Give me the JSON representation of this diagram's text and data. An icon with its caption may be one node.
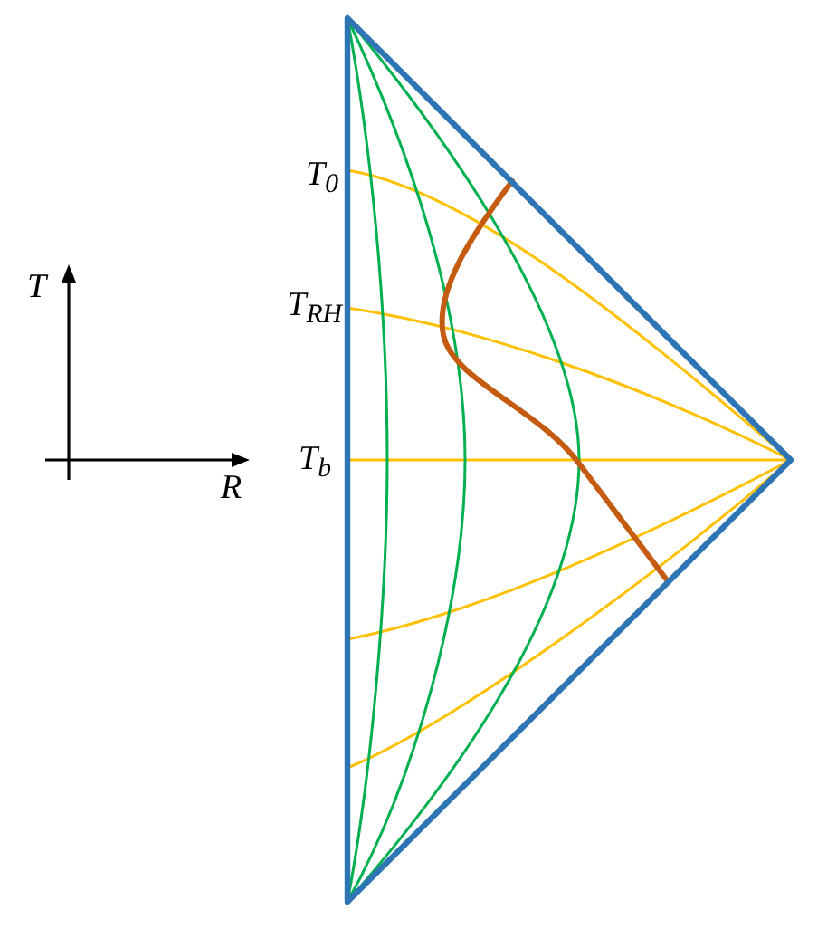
{
  "diagram": {
    "labels": [
      "T",
      "R",
      "T$_{0}$",
      "T$_{RH}$",
      "T$_{b}$"
    ]
  }
}
